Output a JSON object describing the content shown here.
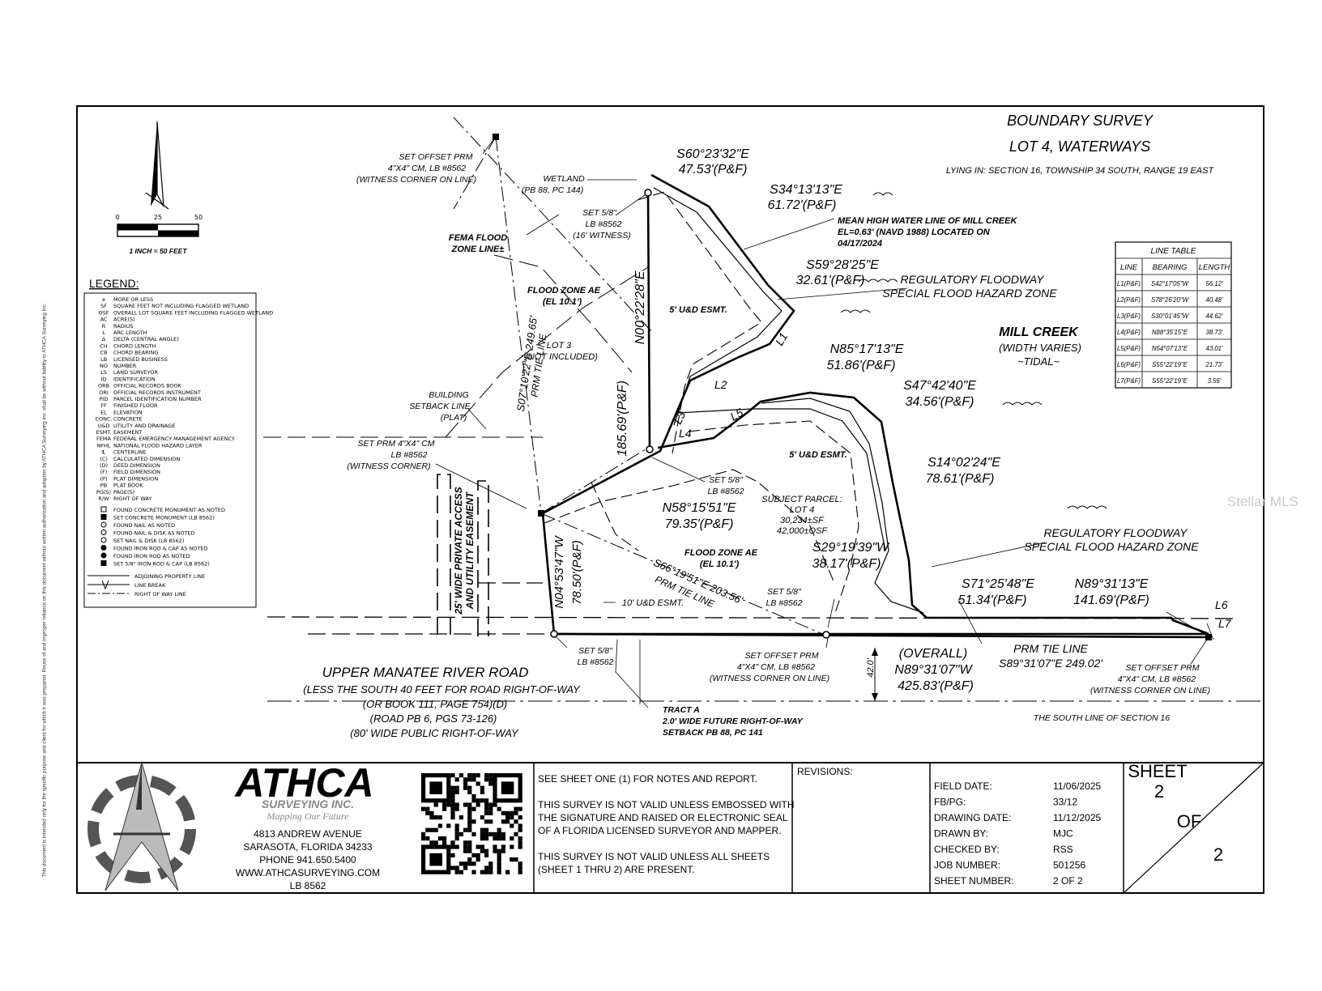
{
  "title": {
    "line1": "BOUNDARY SURVEY",
    "line2": "LOT 4, WATERWAYS",
    "line3": "LYING IN: SECTION 16, TOWNSHIP 34 SOUTH, RANGE 19 EAST"
  },
  "scale": {
    "tick0": "0",
    "tick25": "25",
    "tick50": "50",
    "caption": "1 INCH = 50 FEET"
  },
  "legend": {
    "title": "LEGEND:",
    "items": [
      [
        "±",
        "MORE OR LESS"
      ],
      [
        "SF",
        "SQUARE FEET NOT INCLUDING FLAGGED WETLAND"
      ],
      [
        "OSF",
        "OVERALL LOT SQUARE FEET INCLUDING FLAGGED WETLAND"
      ],
      [
        "AC",
        "ACRE(S)"
      ],
      [
        "R",
        "RADIUS"
      ],
      [
        "L",
        "ARC LENGTH"
      ],
      [
        "Δ",
        "DELTA (CENTRAL ANGLE)"
      ],
      [
        "CH",
        "CHORD LENGTH"
      ],
      [
        "CB",
        "CHORD BEARING"
      ],
      [
        "LB",
        "LICENSED BUSINESS"
      ],
      [
        "NO",
        "NUMBER"
      ],
      [
        "LS",
        "LAND SURVEYOR"
      ],
      [
        "ID",
        "IDENTIFICATION"
      ],
      [
        "ORB",
        "OFFICIAL RECORDS BOOK"
      ],
      [
        "ORI",
        "OFFICIAL RECORDS INSTRUMENT"
      ],
      [
        "PID",
        "PARCEL IDENTIFICATION NUMBER"
      ],
      [
        "FF",
        "FINISHED FLOOR"
      ],
      [
        "EL",
        "ELEVATION"
      ],
      [
        "CONC.",
        "CONCRETE"
      ],
      [
        "U&D",
        "UTILITY AND DRAINAGE"
      ],
      [
        "ESMT.",
        "EASEMENT"
      ],
      [
        "FEMA",
        "FEDERAL EMERGENCY MANAGEMENT AGENCY"
      ],
      [
        "NFHL",
        "NATIONAL FLOOD HAZARD LAYER"
      ],
      [
        "℄",
        "CENTERLINE"
      ],
      [
        "(C)",
        "CALCULATED DIMENSION"
      ],
      [
        "(D)",
        "DEED DIMENSION"
      ],
      [
        "(F)",
        "FIELD DIMENSION"
      ],
      [
        "(P)",
        "PLAT DIMENSION"
      ],
      [
        "PB",
        "PLAT BOOK"
      ],
      [
        "PG(S)",
        "PAGE(S)"
      ],
      [
        "R/W",
        "RIGHT OF WAY"
      ]
    ],
    "symbols": [
      "FOUND CONCRETE MONUMENT AS NOTED",
      "SET CONCRETE MONUMENT (LB 8562)",
      "FOUND NAIL AS NOTED",
      "FOUND NAIL & DISK AS NOTED",
      "SET NAIL & DISK (LB 8562)",
      "FOUND IRON ROD & CAP AS NOTED",
      "FOUND IRON ROD AS NOTED",
      "SET 5/8\" IRON ROD & CAP (LB 8562)"
    ],
    "lines": [
      "ADJOINING PROPERTY LINE",
      "LINE BREAK",
      "RIGHT OF WAY LINE"
    ]
  },
  "line_table": {
    "title": "LINE TABLE",
    "headers": [
      "LINE",
      "BEARING",
      "LENGTH"
    ],
    "rows": [
      [
        "L1(P&F)",
        "S42°17'05\"W",
        "56.12'"
      ],
      [
        "L2(P&F)",
        "S78°26'20\"W",
        "40.48'"
      ],
      [
        "L3(P&F)",
        "S30°01'45\"W",
        "44.62'"
      ],
      [
        "L4(P&F)",
        "N88°35'15\"E",
        "38.73'"
      ],
      [
        "L5(P&F)",
        "N54°07'13\"E",
        "43.01'"
      ],
      [
        "L6(P&F)",
        "S55°22'19\"E",
        "21.73'"
      ],
      [
        "L7(P&F)",
        "S55°22'19\"E",
        "3.56'"
      ]
    ]
  },
  "plan": {
    "b1_bearing": "S60°23'32\"E",
    "b1_len": "47.53'(P&F)",
    "b2_bearing": "S34°13'13\"E",
    "b2_len": "61.72'(P&F)",
    "b3_bearing": "S59°28'25\"E",
    "b3_len": "32.61'(P&F)",
    "b4_bearing": "N85°17'13\"E",
    "b4_len": "51.86'(P&F)",
    "b5_bearing": "S47°42'40\"E",
    "b5_len": "34.56'(P&F)",
    "b6_bearing": "S14°02'24\"E",
    "b6_len": "78.61'(P&F)",
    "b7_bearing": "S29°19'39\"W",
    "b7_len": "38.17'(P&F)",
    "b8_bearing": "S71°25'48\"E",
    "b8_len": "51.34'(P&F)",
    "b9_bearing": "N89°31'13\"E",
    "b9_len": "141.69'(P&F)",
    "b10_bearing": "N58°15'51\"E",
    "b10_len": "79.35'(P&F)",
    "west_bearing": "N00°22'28\"E",
    "west_len": "185.69'(P&F)",
    "sw_bearing": "N04°53'47\"W",
    "sw_len": "78.50'(P&F)",
    "prm_west": "S07°10'22\"E 249.65'",
    "prm_west2": "PRM TIE LINE",
    "prm_diag": "S66°19'51\"E 203.56'",
    "prm_diag2": "PRM TIE LINE",
    "overall_a": "(OVERALL)",
    "overall_b": "N89°31'07\"W",
    "overall_c": "425.83'(P&F)",
    "prm_south_a": "PRM TIE LINE",
    "prm_south_b": "S89°31'07\"E 249.02'",
    "mhw_a": "MEAN HIGH WATER LINE OF MILL CREEK",
    "mhw_b": "EL=0.63' (NAVD 1988) LOCATED ON",
    "mhw_c": "04/17/2024",
    "reg_a1": "REGULATORY FLOODWAY",
    "reg_a2": "SPECIAL FLOOD HAZARD ZONE",
    "reg_b1": "REGULATORY FLOODWAY",
    "reg_b2": "SPECIAL FLOOD HAZARD ZONE",
    "mill_creek": "MILL CREEK",
    "mill_width": "(WIDTH VARIES)",
    "mill_tidal": "~TIDAL~",
    "wetland_a": "WETLAND",
    "wetland_b": "(PB 88, PC 144)",
    "offset_a1": "SET OFFSET PRM",
    "offset_a2": "4\"X4\" CM, LB #8562",
    "offset_a3": "(WITNESS CORNER ON LINE)",
    "set58_a1": "SET 5/8\"",
    "set58_a2": "LB #8562",
    "set58_a3": "(16' WITNESS)",
    "fema_a": "FEMA FLOOD",
    "fema_b": "ZONE LINE±",
    "flood_ae1_a": "FLOOD ZONE AE",
    "flood_ae1_b": "(EL 10.1')",
    "lot3_a": "LOT 3",
    "lot3_b": "(NOT INCLUDED)",
    "ud_a": "5' U&D ESMT.",
    "ud_b": "5' U&D ESMT.",
    "ud_c": "10' U&D ESMT.",
    "bldg_a": "BUILDING",
    "bldg_b": "SETBACK LINE",
    "bldg_c": "(PLAT)",
    "setprm_a": "SET PRM 4\"X4\" CM",
    "setprm_b": "LB #8562",
    "setprm_c": "(WITNESS CORNER)",
    "set58_b1": "SET 5/8\"",
    "set58_b2": "LB #8562",
    "subject_a": "SUBJECT PARCEL:",
    "subject_b": "LOT 4",
    "subject_c": "30,234±SF",
    "subject_d": "42,000±OSF",
    "flood_ae2_a": "FLOOD ZONE AE",
    "flood_ae2_b": "(EL 10.1')",
    "access_a": "25' WIDE PRIVATE ACCESS",
    "access_b": "AND UTILITY EASEMENT",
    "set58_c1": "SET 5/8\"",
    "set58_c2": "LB #8562",
    "set58_d1": "SET 5/8\"",
    "set58_d2": "LB #8562",
    "offset_b1": "SET OFFSET PRM",
    "offset_b2": "4\"X4\" CM, LB #8562",
    "offset_b3": "(WITNESS CORNER ON LINE)",
    "offset_c1": "SET OFFSET PRM",
    "offset_c2": "4\"X4\" CM, LB #8562",
    "offset_c3": "(WITNESS CORNER ON LINE)",
    "road_a": "UPPER MANATEE RIVER ROAD",
    "road_b": "(LESS THE SOUTH 40 FEET FOR ROAD RIGHT-OF-WAY",
    "road_c": "(OR BOOK 111, PAGE 754)(D)",
    "road_d": "(ROAD PB 6, PGS 73-126)",
    "road_e": "(80' WIDE PUBLIC RIGHT-OF-WAY",
    "tract_a": "TRACT A",
    "tract_b": "2.0' WIDE FUTURE RIGHT-OF-WAY",
    "tract_c": "SETBACK PB 88, PC 141",
    "south_line": "THE SOUTH LINE OF SECTION 16",
    "dim_42": "42.0'",
    "l1": "L1",
    "l2": "L2",
    "l3": "L3",
    "l4": "L4",
    "l5": "L5",
    "l6": "L6",
    "l7": "L7"
  },
  "company": {
    "name": "ATHCA",
    "sub": "SURVEYING INC.",
    "tagline": "Mapping Our Future",
    "addr1": "4813 ANDREW AVENUE",
    "addr2": "SARASOTA, FLORIDA 34233",
    "phone": "PHONE 941.650.5400",
    "web": "WWW.ATHCASURVEYING.COM",
    "lb": "LB  8562"
  },
  "notes": {
    "n1": "SEE SHEET ONE (1) FOR NOTES AND REPORT.",
    "n2a": "THIS SURVEY IS NOT VALID UNLESS EMBOSSED WITH",
    "n2b": "THE SIGNATURE AND RAISED OR ELECTRONIC SEAL",
    "n2c": "OF A FLORIDA LICENSED SURVEYOR AND MAPPER.",
    "n3a": "THIS SURVEY IS NOT VALID UNLESS ALL SHEETS",
    "n3b": "(SHEET 1 THRU 2) ARE PRESENT."
  },
  "revisions": {
    "label": "REVISIONS:"
  },
  "info": [
    [
      "FIELD DATE:",
      "11/06/2025"
    ],
    [
      "FB/PG:",
      "33/12"
    ],
    [
      "DRAWING DATE:",
      "11/12/2025"
    ],
    [
      "DRAWN BY:",
      "MJC"
    ],
    [
      "CHECKED BY:",
      "RSS"
    ],
    [
      "JOB NUMBER:",
      "501256"
    ],
    [
      "SHEET NUMBER:",
      "2 OF 2"
    ]
  ],
  "sheet": {
    "label": "SHEET",
    "num": "2",
    "of": "OF",
    "total": "2"
  },
  "watermark": "Stellar MLS",
  "side_note": "This document is intended only for the specific purpose and client for which it was prepared. Reuse of and improper reliance on this document without written authorization and adoption by ATHCA Surveying Inc. shall be without liability to ATHCA Surveying Inc."
}
